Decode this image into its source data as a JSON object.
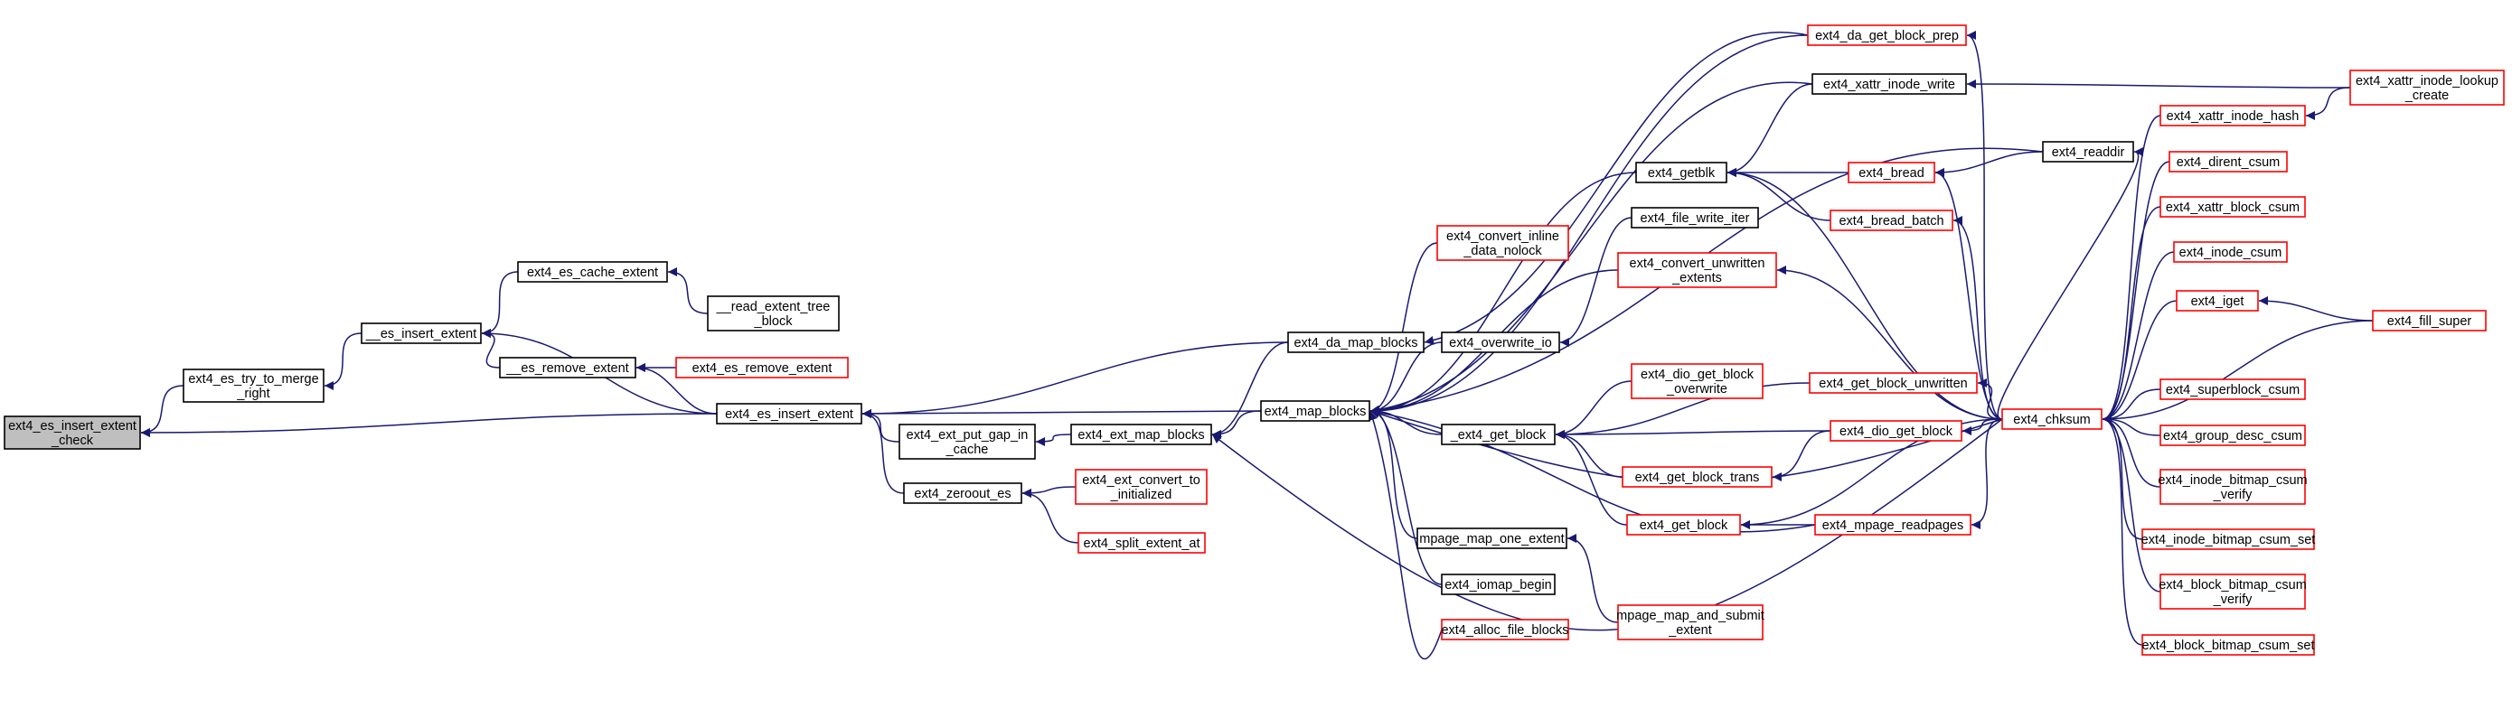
{
  "colors": {
    "edge": "#191970",
    "node_border_documented": "#000000",
    "node_border_undocumented": "#ff0000",
    "root_fill": "#bfbfbf",
    "background": "#ffffff"
  },
  "nodes": [
    {
      "id": "n_root",
      "lines": [
        "ext4_es_insert_extent",
        "_check"
      ],
      "style": "root"
    },
    {
      "id": "n_try_merge",
      "lines": [
        "ext4_es_try_to_merge",
        "_right"
      ],
      "style": "black"
    },
    {
      "id": "n_es_insert_extent_int",
      "lines": [
        "__es_insert_extent"
      ],
      "style": "black"
    },
    {
      "id": "n_es_cache_extent",
      "lines": [
        "ext4_es_cache_extent"
      ],
      "style": "black"
    },
    {
      "id": "n_read_extent_tree",
      "lines": [
        "__read_extent_tree",
        "_block"
      ],
      "style": "black"
    },
    {
      "id": "n_es_remove_extent_int",
      "lines": [
        "__es_remove_extent"
      ],
      "style": "black"
    },
    {
      "id": "n_es_remove_extent",
      "lines": [
        "ext4_es_remove_extent"
      ],
      "style": "red"
    },
    {
      "id": "n_es_insert_extent",
      "lines": [
        "ext4_es_insert_extent"
      ],
      "style": "black"
    },
    {
      "id": "n_put_gap",
      "lines": [
        "ext4_ext_put_gap_in",
        "_cache"
      ],
      "style": "black"
    },
    {
      "id": "n_zeroout",
      "lines": [
        "ext4_zeroout_es"
      ],
      "style": "black"
    },
    {
      "id": "n_convert_init",
      "lines": [
        "ext4_ext_convert_to",
        "_initialized"
      ],
      "style": "red"
    },
    {
      "id": "n_split_extent",
      "lines": [
        "ext4_split_extent_at"
      ],
      "style": "red"
    },
    {
      "id": "n_ext_map_blocks",
      "lines": [
        "ext4_ext_map_blocks"
      ],
      "style": "black"
    },
    {
      "id": "n_da_map_blocks",
      "lines": [
        "ext4_da_map_blocks"
      ],
      "style": "black"
    },
    {
      "id": "n_map_blocks",
      "lines": [
        "ext4_map_blocks"
      ],
      "style": "black"
    },
    {
      "id": "n_da_get_block_prep",
      "lines": [
        "ext4_da_get_block_prep"
      ],
      "style": "red"
    },
    {
      "id": "n_xattr_inode_write",
      "lines": [
        "ext4_xattr_inode_write"
      ],
      "style": "black"
    },
    {
      "id": "n_convert_inline",
      "lines": [
        "ext4_convert_inline",
        "_data_nolock"
      ],
      "style": "red"
    },
    {
      "id": "n_getblk",
      "lines": [
        "ext4_getblk"
      ],
      "style": "black"
    },
    {
      "id": "n_file_write_iter",
      "lines": [
        "ext4_file_write_iter"
      ],
      "style": "black"
    },
    {
      "id": "n_convert_unwritten",
      "lines": [
        "ext4_convert_unwritten",
        "_extents"
      ],
      "style": "red"
    },
    {
      "id": "n_overwrite_io",
      "lines": [
        "ext4_overwrite_io"
      ],
      "style": "black"
    },
    {
      "id": "n_dio_get_block_overwrite",
      "lines": [
        "ext4_dio_get_block",
        "_overwrite"
      ],
      "style": "red"
    },
    {
      "id": "n_get_block_int",
      "lines": [
        "_ext4_get_block"
      ],
      "style": "black"
    },
    {
      "id": "n_get_block_trans",
      "lines": [
        "ext4_get_block_trans"
      ],
      "style": "red"
    },
    {
      "id": "n_get_block",
      "lines": [
        "ext4_get_block"
      ],
      "style": "red"
    },
    {
      "id": "n_mpage_map_one",
      "lines": [
        "mpage_map_one_extent"
      ],
      "style": "black"
    },
    {
      "id": "n_iomap_begin",
      "lines": [
        "ext4_iomap_begin"
      ],
      "style": "black"
    },
    {
      "id": "n_alloc_file_blocks",
      "lines": [
        "ext4_alloc_file_blocks"
      ],
      "style": "red"
    },
    {
      "id": "n_mpage_map_submit",
      "lines": [
        "mpage_map_and_submit",
        "_extent"
      ],
      "style": "red"
    },
    {
      "id": "n_bread",
      "lines": [
        "ext4_bread"
      ],
      "style": "red"
    },
    {
      "id": "n_bread_batch",
      "lines": [
        "ext4_bread_batch"
      ],
      "style": "red"
    },
    {
      "id": "n_readdir",
      "lines": [
        "ext4_readdir"
      ],
      "style": "black"
    },
    {
      "id": "n_get_block_unwritten",
      "lines": [
        "ext4_get_block_unwritten"
      ],
      "style": "red"
    },
    {
      "id": "n_dio_get_block",
      "lines": [
        "ext4_dio_get_block"
      ],
      "style": "red"
    },
    {
      "id": "n_mpage_readpages",
      "lines": [
        "ext4_mpage_readpages"
      ],
      "style": "red"
    },
    {
      "id": "n_chksum",
      "lines": [
        "ext4_chksum"
      ],
      "style": "red"
    },
    {
      "id": "n_xattr_inode_hash",
      "lines": [
        "ext4_xattr_inode_hash"
      ],
      "style": "red"
    },
    {
      "id": "n_xattr_inode_lookup",
      "lines": [
        "ext4_xattr_inode_lookup",
        "_create"
      ],
      "style": "red"
    },
    {
      "id": "n_dirent_csum",
      "lines": [
        "ext4_dirent_csum"
      ],
      "style": "red"
    },
    {
      "id": "n_xattr_block_csum",
      "lines": [
        "ext4_xattr_block_csum"
      ],
      "style": "red"
    },
    {
      "id": "n_inode_csum",
      "lines": [
        "ext4_inode_csum"
      ],
      "style": "red"
    },
    {
      "id": "n_fill_super",
      "lines": [
        "ext4_fill_super"
      ],
      "style": "red"
    },
    {
      "id": "n_iget",
      "lines": [
        "ext4_iget"
      ],
      "style": "red"
    },
    {
      "id": "n_superblock_csum",
      "lines": [
        "ext4_superblock_csum"
      ],
      "style": "red"
    },
    {
      "id": "n_group_desc_csum",
      "lines": [
        "ext4_group_desc_csum"
      ],
      "style": "red"
    },
    {
      "id": "n_inode_bitmap_verify",
      "lines": [
        "ext4_inode_bitmap_csum",
        "_verify"
      ],
      "style": "red"
    },
    {
      "id": "n_inode_bitmap_set",
      "lines": [
        "ext4_inode_bitmap_csum_set"
      ],
      "style": "red"
    },
    {
      "id": "n_block_bitmap_verify",
      "lines": [
        "ext4_block_bitmap_csum",
        "_verify"
      ],
      "style": "red"
    },
    {
      "id": "n_block_bitmap_set",
      "lines": [
        "ext4_block_bitmap_csum_set"
      ],
      "style": "red"
    }
  ],
  "edges": [
    [
      "n_try_merge",
      "n_root"
    ],
    [
      "n_es_insert_extent",
      "n_root"
    ],
    [
      "n_es_insert_extent_int",
      "n_try_merge"
    ],
    [
      "n_es_cache_extent",
      "n_es_insert_extent_int"
    ],
    [
      "n_es_remove_extent_int",
      "n_es_insert_extent_int"
    ],
    [
      "n_es_insert_extent",
      "n_es_insert_extent_int"
    ],
    [
      "n_read_extent_tree",
      "n_es_cache_extent"
    ],
    [
      "n_es_remove_extent",
      "n_es_remove_extent_int"
    ],
    [
      "n_es_insert_extent",
      "n_es_remove_extent_int"
    ],
    [
      "n_da_map_blocks",
      "n_es_insert_extent"
    ],
    [
      "n_map_blocks",
      "n_es_insert_extent"
    ],
    [
      "n_put_gap",
      "n_es_insert_extent"
    ],
    [
      "n_zeroout",
      "n_es_insert_extent"
    ],
    [
      "n_ext_map_blocks",
      "n_put_gap"
    ],
    [
      "n_convert_init",
      "n_zeroout"
    ],
    [
      "n_split_extent",
      "n_zeroout"
    ],
    [
      "n_da_map_blocks",
      "n_ext_map_blocks"
    ],
    [
      "n_map_blocks",
      "n_ext_map_blocks"
    ],
    [
      "n_da_get_block_prep",
      "n_da_map_blocks"
    ],
    [
      "n_chksum",
      "n_ext_map_blocks"
    ],
    [
      "n_da_get_block_prep",
      "n_map_blocks"
    ],
    [
      "n_xattr_inode_write",
      "n_map_blocks"
    ],
    [
      "n_readdir",
      "n_map_blocks"
    ],
    [
      "n_convert_inline",
      "n_map_blocks"
    ],
    [
      "n_getblk",
      "n_map_blocks"
    ],
    [
      "n_convert_unwritten",
      "n_map_blocks"
    ],
    [
      "n_overwrite_io",
      "n_map_blocks"
    ],
    [
      "n_get_block_int",
      "n_map_blocks"
    ],
    [
      "n_mpage_map_one",
      "n_map_blocks"
    ],
    [
      "n_iomap_begin",
      "n_map_blocks"
    ],
    [
      "n_alloc_file_blocks",
      "n_map_blocks"
    ],
    [
      "n_mpage_readpages",
      "n_map_blocks"
    ],
    [
      "n_chksum",
      "n_map_blocks"
    ],
    [
      "n_chksum",
      "n_da_get_block_prep"
    ],
    [
      "n_xattr_inode_lookup",
      "n_xattr_inode_write"
    ],
    [
      "n_xattr_inode_write",
      "n_getblk"
    ],
    [
      "n_bread",
      "n_getblk"
    ],
    [
      "n_bread_batch",
      "n_getblk"
    ],
    [
      "n_chksum",
      "n_getblk"
    ],
    [
      "n_file_write_iter",
      "n_overwrite_io"
    ],
    [
      "n_chksum",
      "n_convert_unwritten"
    ],
    [
      "n_dio_get_block_overwrite",
      "n_get_block_int"
    ],
    [
      "n_dio_get_block",
      "n_get_block_int"
    ],
    [
      "n_get_block_trans",
      "n_get_block_int"
    ],
    [
      "n_get_block",
      "n_get_block_int"
    ],
    [
      "n_get_block_unwritten",
      "n_get_block_int"
    ],
    [
      "n_mpage_map_submit",
      "n_mpage_map_one"
    ],
    [
      "n_mpage_readpages",
      "n_get_block"
    ],
    [
      "n_chksum",
      "n_get_block"
    ],
    [
      "n_dio_get_block",
      "n_get_block_trans"
    ],
    [
      "n_chksum",
      "n_dio_get_block"
    ],
    [
      "n_chksum",
      "n_get_block_unwritten"
    ],
    [
      "n_chksum",
      "n_mpage_readpages"
    ],
    [
      "n_readdir",
      "n_bread"
    ],
    [
      "n_chksum",
      "n_bread"
    ],
    [
      "n_chksum",
      "n_bread_batch"
    ],
    [
      "n_chksum",
      "n_readdir"
    ],
    [
      "n_xattr_inode_hash",
      "n_chksum"
    ],
    [
      "n_dirent_csum",
      "n_chksum"
    ],
    [
      "n_xattr_block_csum",
      "n_chksum"
    ],
    [
      "n_inode_csum",
      "n_chksum"
    ],
    [
      "n_fill_super",
      "n_chksum"
    ],
    [
      "n_iget",
      "n_chksum"
    ],
    [
      "n_superblock_csum",
      "n_chksum"
    ],
    [
      "n_group_desc_csum",
      "n_chksum"
    ],
    [
      "n_inode_bitmap_verify",
      "n_chksum"
    ],
    [
      "n_inode_bitmap_set",
      "n_chksum"
    ],
    [
      "n_block_bitmap_verify",
      "n_chksum"
    ],
    [
      "n_block_bitmap_set",
      "n_chksum"
    ],
    [
      "n_xattr_inode_lookup",
      "n_xattr_inode_hash"
    ],
    [
      "n_fill_super",
      "n_iget"
    ]
  ]
}
